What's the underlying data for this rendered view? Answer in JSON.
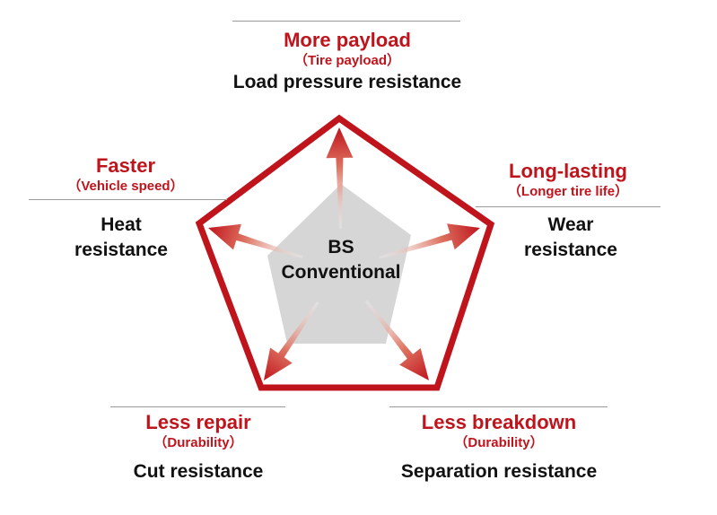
{
  "center": {
    "line1": "BS",
    "line2": "Conventional"
  },
  "axes": {
    "top": {
      "benefit": "More payload",
      "note": "（Tire payload）",
      "resistance": "Load pressure resistance"
    },
    "upper_right": {
      "benefit": "Long-lasting",
      "note": "（Longer tire life）",
      "resistance_line1": "Wear",
      "resistance_line2": "resistance"
    },
    "lower_right": {
      "benefit": "Less breakdown",
      "note": "（Durability）",
      "resistance": "Separation resistance"
    },
    "lower_left": {
      "benefit": "Less repair",
      "note": "（Durability）",
      "resistance": "Cut resistance"
    },
    "upper_left": {
      "benefit": "Faster",
      "note": "（Vehicle speed）",
      "resistance_line1": "Heat",
      "resistance_line2": "resistance"
    }
  },
  "colors": {
    "accent": "#c0141c",
    "conventional_fill": "#d6d6d6",
    "text": "#111111"
  }
}
